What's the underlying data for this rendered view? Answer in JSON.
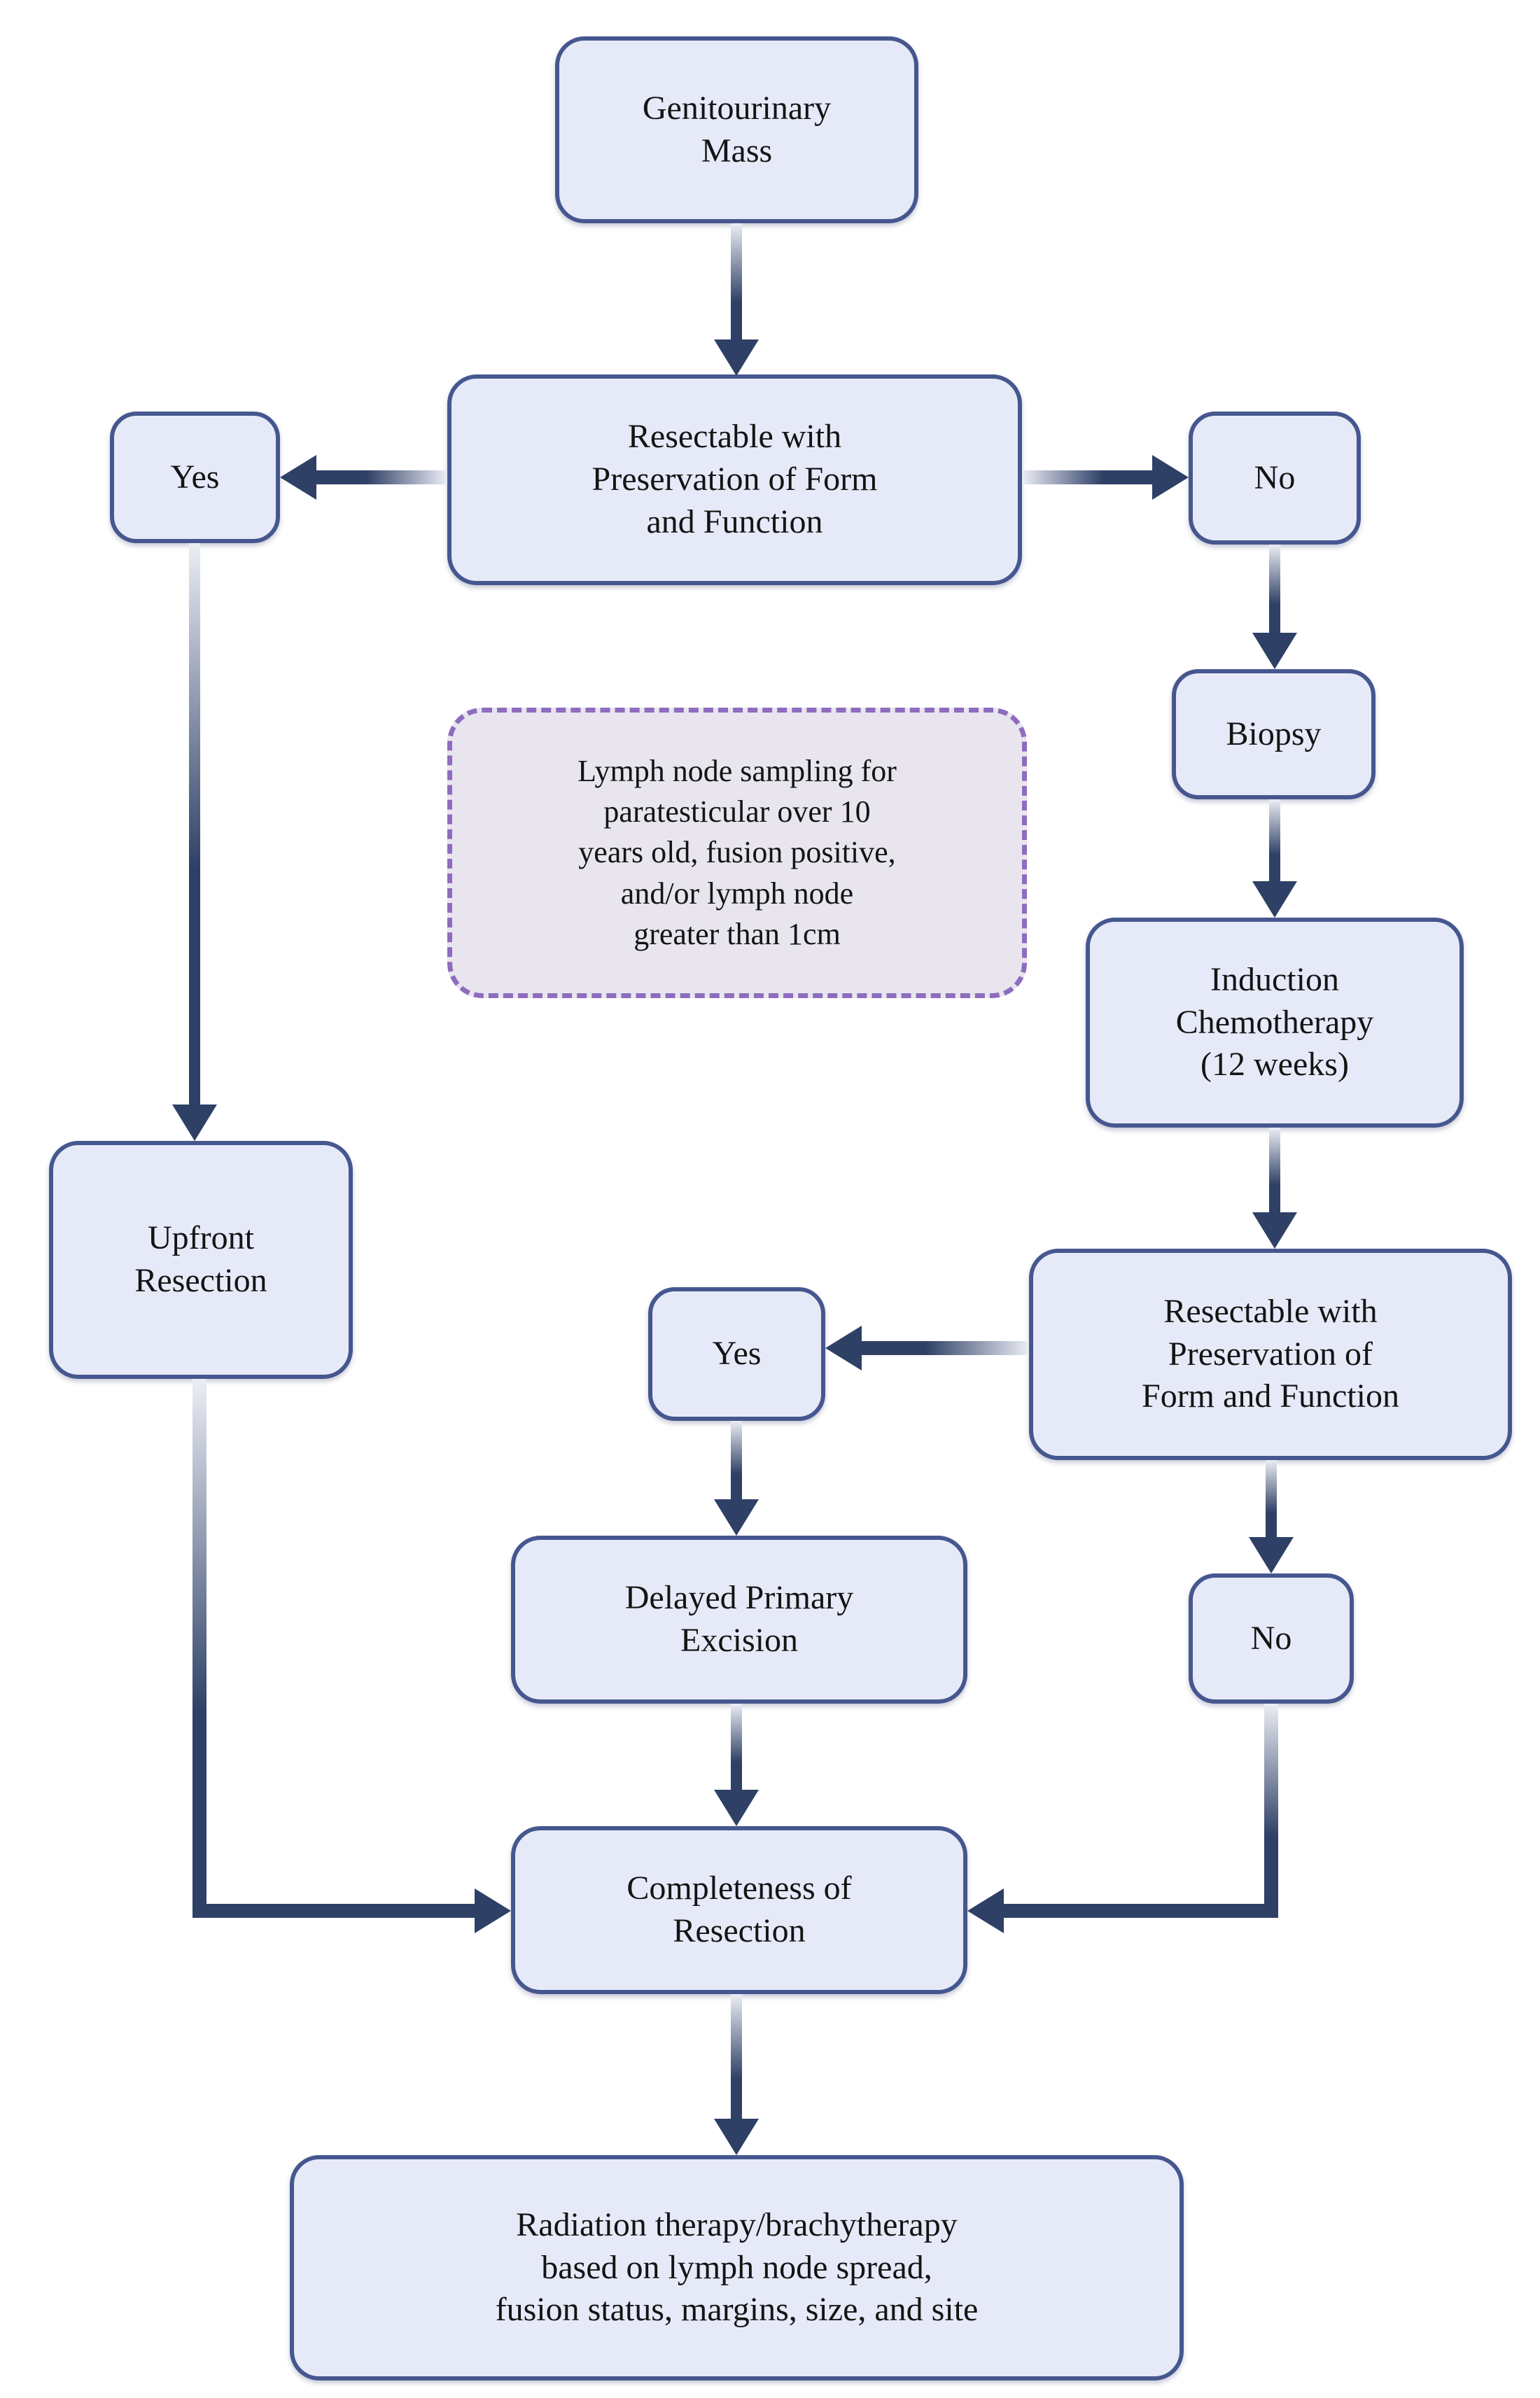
{
  "colors": {
    "node_fill": "#e6eaf8",
    "node_border": "#46578f",
    "arrow": "#2e4066",
    "arrow_faint": "#eceef5",
    "note_fill": "#e9e5ee",
    "note_border": "#8e6cbe",
    "text": "#141414"
  },
  "diagram": {
    "type": "flowchart",
    "nodes": {
      "genitourinary_mass": {
        "lines": [
          "Genitourinary",
          "Mass"
        ]
      },
      "resectable_top": {
        "lines": [
          "Resectable with",
          "Preservation of Form",
          "and Function"
        ]
      },
      "yes_top": {
        "label": "Yes"
      },
      "no_top": {
        "label": "No"
      },
      "biopsy": {
        "label": "Biopsy"
      },
      "induction_chemotherapy": {
        "lines": [
          "Induction",
          "Chemotherapy",
          "(12 weeks)"
        ]
      },
      "upfront_resection": {
        "lines": [
          "Upfront",
          "Resection"
        ]
      },
      "resectable_mid": {
        "lines": [
          "Resectable with",
          "Preservation of",
          "Form and Function"
        ]
      },
      "yes_mid": {
        "label": "Yes"
      },
      "delayed_primary_excision": {
        "lines": [
          "Delayed Primary",
          "Excision"
        ]
      },
      "no_mid": {
        "label": "No"
      },
      "completeness_of_resection": {
        "lines": [
          "Completeness of",
          "Resection"
        ]
      },
      "radiation_therapy": {
        "lines": [
          "Radiation therapy/brachytherapy",
          "based on lymph node spread,",
          "fusion status, margins, size, and site"
        ]
      }
    },
    "note": {
      "lines": [
        "Lymph node sampling for",
        "paratesticular over 10",
        "years old, fusion positive,",
        "and/or lymph node",
        "greater than 1cm"
      ]
    }
  }
}
